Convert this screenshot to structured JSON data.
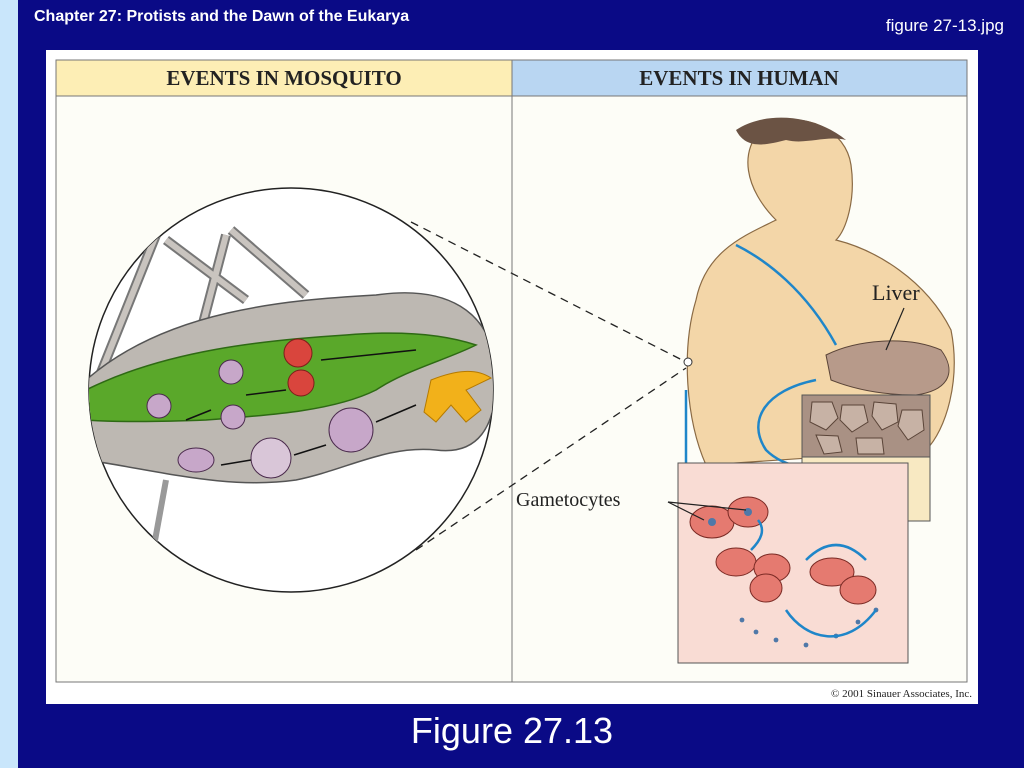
{
  "slide": {
    "chapter_title": "Chapter 27: Protists and the Dawn of the Eukarya",
    "file_name": "figure 27-13.jpg",
    "caption": "Figure 27.13"
  },
  "figure": {
    "header_left": "EVENTS IN MOSQUITO",
    "header_right": "EVENTS IN HUMAN",
    "label_liver": "Liver",
    "label_gametocytes": "Gametocytes",
    "copyright": "© 2001 Sinauer Associates, Inc."
  },
  "colors": {
    "background": "#0a0a86",
    "left_strip": "#c9e6fb",
    "mosquito_header": "#fdeeb5",
    "human_header": "#b9d6f2",
    "arrow_blue": "#1f86c9",
    "gut_green": "#5aa82a",
    "liver_tan": "#f8e9c2",
    "blood_pink": "#f9dcd4"
  },
  "icons": [
    "mosquito-gut-illustration",
    "human-figure-illustration",
    "liver-cells-inset",
    "blood-cells-inset"
  ]
}
